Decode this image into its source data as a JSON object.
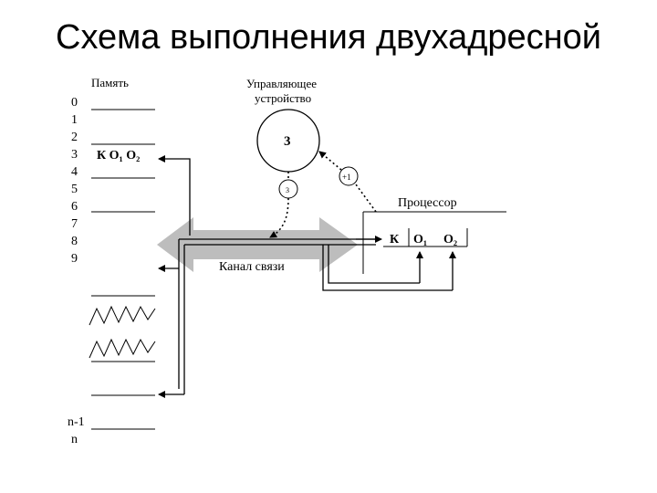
{
  "slide": {
    "title": "Схема выполнения двухадресной"
  },
  "memory": {
    "label": "Память",
    "addresses": [
      "0",
      "1",
      "2",
      "3",
      "4",
      "5",
      "6",
      "7",
      "8",
      "9"
    ],
    "cell_3_content": "К О₁ О₂",
    "last_addresses": [
      "n-1",
      "n"
    ]
  },
  "control_unit": {
    "label_line1": "Управляющее",
    "label_line2": "устройство",
    "number": "3"
  },
  "counter": {
    "small_label": "3",
    "increment_label": "+1"
  },
  "processor": {
    "label": "Процессор",
    "fields": [
      "К",
      "О₁",
      "О₂"
    ]
  },
  "channel": {
    "label": "Канал связи"
  },
  "colors": {
    "line": "#000000",
    "channel_arrow": "#bdbdbd"
  }
}
